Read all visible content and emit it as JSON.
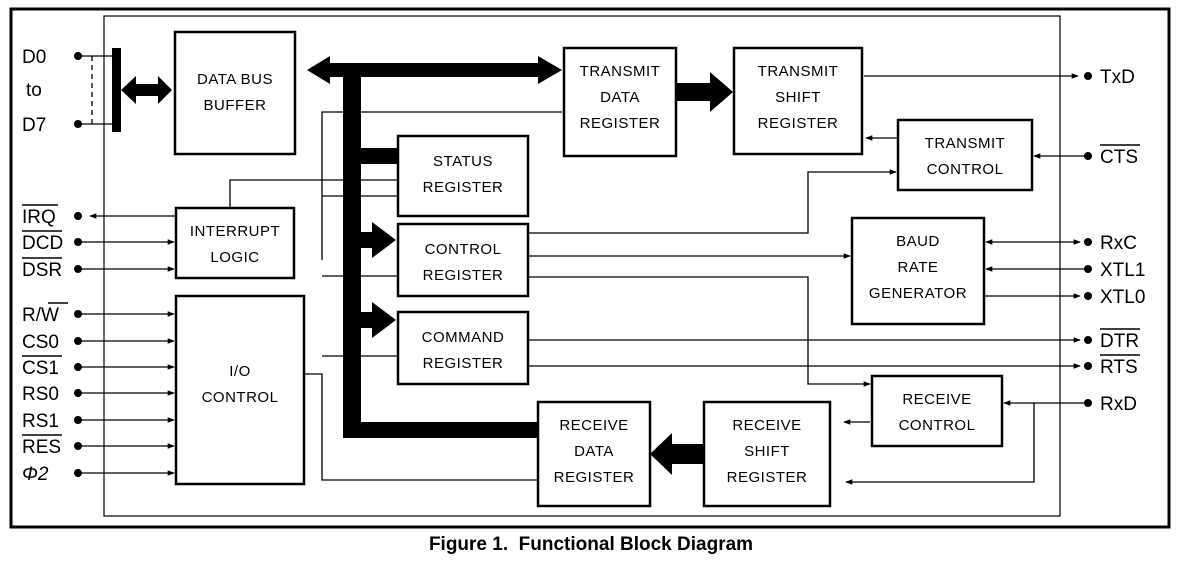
{
  "blocks": {
    "data_bus_buffer": [
      "DATA BUS",
      "BUFFER"
    ],
    "transmit_data_register": [
      "TRANSMIT",
      "DATA",
      "REGISTER"
    ],
    "transmit_shift_register": [
      "TRANSMIT",
      "SHIFT",
      "REGISTER"
    ],
    "transmit_control": [
      "TRANSMIT",
      "CONTROL"
    ],
    "status_register": [
      "STATUS",
      "REGISTER"
    ],
    "interrupt_logic": [
      "INTERRUPT",
      "LOGIC"
    ],
    "control_register": [
      "CONTROL",
      "REGISTER"
    ],
    "baud_rate_generator": [
      "BAUD",
      "RATE",
      "GENERATOR"
    ],
    "command_register": [
      "COMMAND",
      "REGISTER"
    ],
    "io_control": [
      "I/O",
      "CONTROL"
    ],
    "receive_control": [
      "RECEIVE",
      "CONTROL"
    ],
    "receive_data_register": [
      "RECEIVE",
      "DATA",
      "REGISTER"
    ],
    "receive_shift_register": [
      "RECEIVE",
      "SHIFT",
      "REGISTER"
    ]
  },
  "data_bus_pins": {
    "top": "D0",
    "middle": "to",
    "bottom": "D7"
  },
  "left_pins": {
    "irq": "IRQ",
    "dcd": "DCD",
    "dsr": "DSR",
    "rw_r": "R/",
    "rw_w": "W",
    "cs0": "CS0",
    "cs1": "CS1",
    "rs0": "RS0",
    "rs1": "RS1",
    "res": "RES",
    "phi2": "Φ2"
  },
  "right_pins": {
    "txd": "TxD",
    "cts": "CTS",
    "rxc": "RxC",
    "xtl1": "XTL1",
    "xtl0": "XTL0",
    "dtr": "DTR",
    "rts": "RTS",
    "rxd": "RxD"
  },
  "caption": "Figure 1.  Functional Block Diagram"
}
